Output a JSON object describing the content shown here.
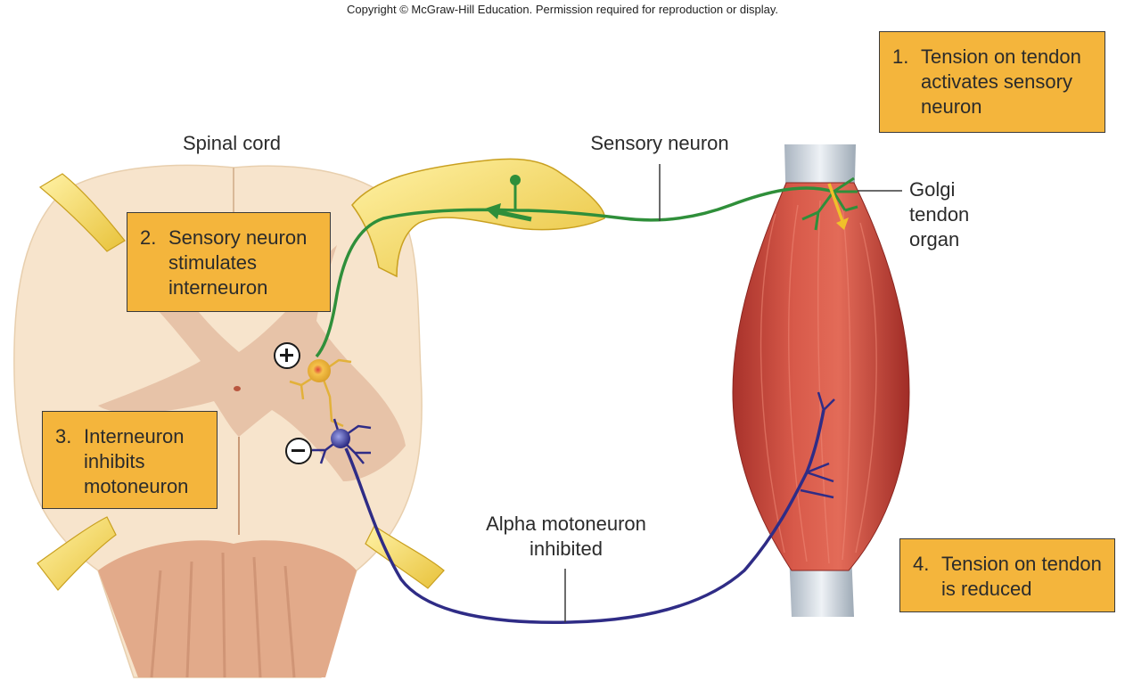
{
  "copyright": "Copyright © McGraw-Hill Education. Permission required for reproduction or display.",
  "steps": [
    {
      "num": "1.",
      "text": "Tension on tendon activates sensory neuron"
    },
    {
      "num": "2.",
      "text": "Sensory neuron stimulates interneuron"
    },
    {
      "num": "3.",
      "text": "Interneuron inhibits motoneuron"
    },
    {
      "num": "4.",
      "text": "Tension on tendon is reduced"
    }
  ],
  "labels": {
    "spinal_cord": "Spinal cord",
    "sensory_neuron": "Sensory neuron",
    "golgi_tendon_organ": "Golgi tendon organ",
    "alpha_motoneuron": "Alpha motoneuron inhibited"
  },
  "signs": {
    "excitatory": "+",
    "inhibitory": "−"
  },
  "colors": {
    "sensory_neuron": "#2f8f3a",
    "motoneuron": "#2f2c86",
    "interneuron": "#e9b93a",
    "step_box": "#f4b53c",
    "muscle": "#c8463a",
    "white_matter": "#f7e4cc",
    "gray_matter": "#e6c1a5",
    "dorsal_root_ganglion": "#f3d15a"
  }
}
